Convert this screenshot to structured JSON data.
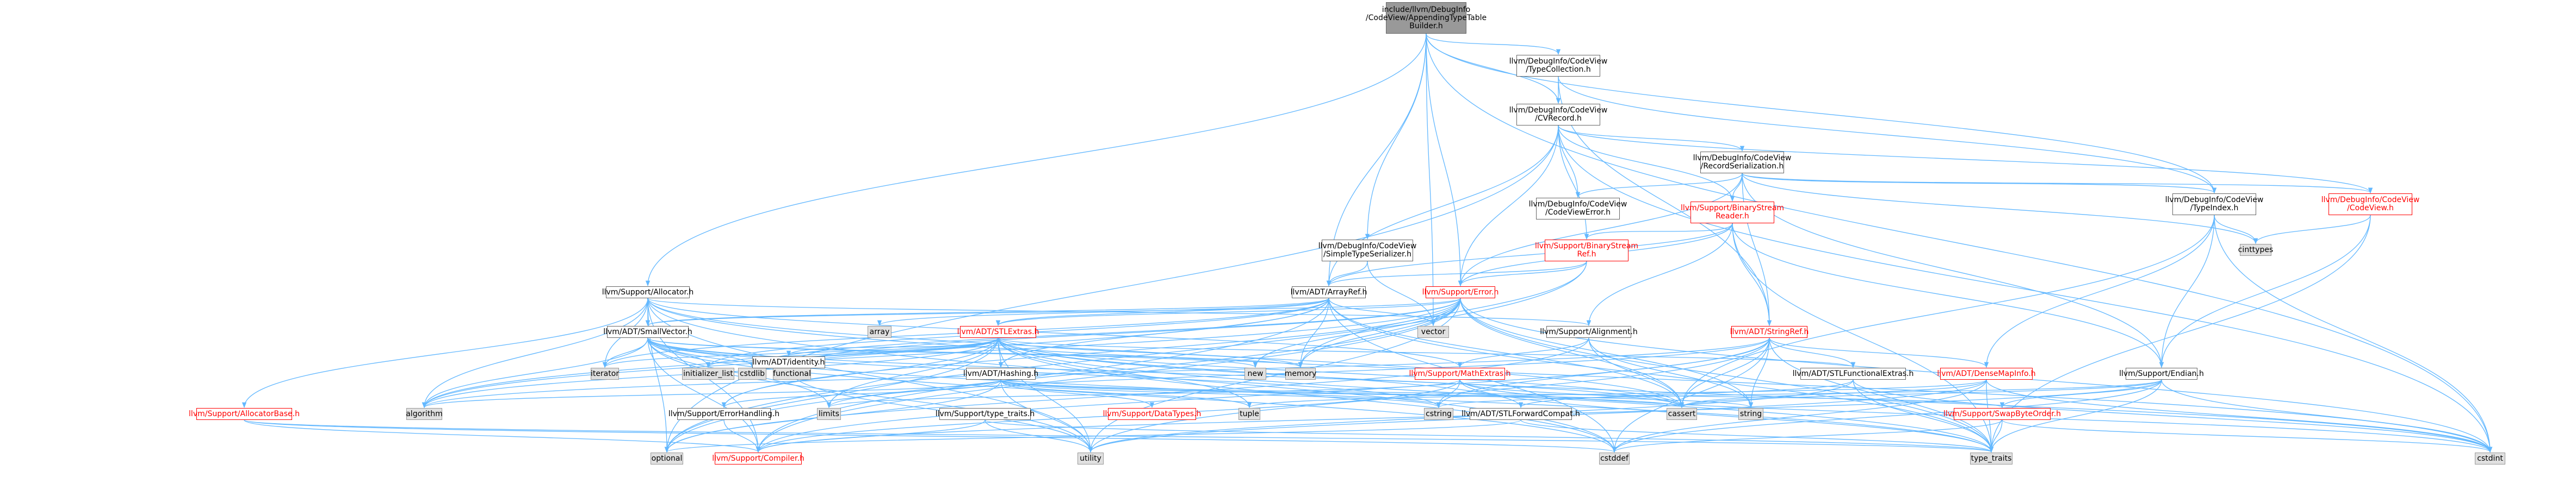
{
  "graph": {
    "edge_color": "#63b8ff",
    "nodes": [
      {
        "id": "root",
        "label": "include/llvm/DebugInfo\n/CodeView/AppendingTypeTable\nBuilder.h",
        "kind": "root"
      },
      {
        "id": "typecollection",
        "label": "llvm/DebugInfo/CodeView\n/TypeCollection.h",
        "kind": "file"
      },
      {
        "id": "cvrecord",
        "label": "llvm/DebugInfo/CodeView\n/CVRecord.h",
        "kind": "file"
      },
      {
        "id": "recordserialization",
        "label": "llvm/DebugInfo/CodeView\n/RecordSerialization.h",
        "kind": "file"
      },
      {
        "id": "binarystreamreader",
        "label": "llvm/Support/BinaryStream\nReader.h",
        "kind": "incomplete"
      },
      {
        "id": "codeviewerror",
        "label": "llvm/DebugInfo/CodeView\n/CodeViewError.h",
        "kind": "file"
      },
      {
        "id": "typeindex",
        "label": "llvm/DebugInfo/CodeView\n/TypeIndex.h",
        "kind": "file"
      },
      {
        "id": "codeview",
        "label": "llvm/DebugInfo/CodeView\n/CodeView.h",
        "kind": "incomplete"
      },
      {
        "id": "cinttypes",
        "label": "cinttypes",
        "kind": "ext"
      },
      {
        "id": "simpletypeserializer",
        "label": "llvm/DebugInfo/CodeView\n/SimpleTypeSerializer.h",
        "kind": "file"
      },
      {
        "id": "binarystreamref",
        "label": "llvm/Support/BinaryStream\nRef.h",
        "kind": "incomplete"
      },
      {
        "id": "allocator",
        "label": "llvm/Support/Allocator.h",
        "kind": "file"
      },
      {
        "id": "arrayref",
        "label": "llvm/ADT/ArrayRef.h",
        "kind": "file"
      },
      {
        "id": "error",
        "label": "llvm/Support/Error.h",
        "kind": "incomplete"
      },
      {
        "id": "array",
        "label": "array",
        "kind": "ext"
      },
      {
        "id": "vector",
        "label": "vector",
        "kind": "ext"
      },
      {
        "id": "smallvector",
        "label": "llvm/ADT/SmallVector.h",
        "kind": "file"
      },
      {
        "id": "stlextras",
        "label": "llvm/ADT/STLExtras.h",
        "kind": "incomplete"
      },
      {
        "id": "alignment",
        "label": "llvm/Support/Alignment.h",
        "kind": "file"
      },
      {
        "id": "stringref",
        "label": "llvm/ADT/StringRef.h",
        "kind": "incomplete"
      },
      {
        "id": "iterator",
        "label": "iterator",
        "kind": "ext"
      },
      {
        "id": "initializer_list",
        "label": "initializer_list",
        "kind": "ext"
      },
      {
        "id": "cstdlib",
        "label": "cstdlib",
        "kind": "ext"
      },
      {
        "id": "functional",
        "label": "functional",
        "kind": "ext"
      },
      {
        "id": "identity",
        "label": "llvm/ADT/identity.h",
        "kind": "file"
      },
      {
        "id": "new",
        "label": "new",
        "kind": "ext"
      },
      {
        "id": "memory",
        "label": "memory",
        "kind": "ext"
      },
      {
        "id": "hashing",
        "label": "llvm/ADT/Hashing.h",
        "kind": "file"
      },
      {
        "id": "mathextras",
        "label": "llvm/Support/MathExtras.h",
        "kind": "incomplete"
      },
      {
        "id": "stlfunctionalextras",
        "label": "llvm/ADT/STLFunctionalExtras.h",
        "kind": "file"
      },
      {
        "id": "densemapinfo",
        "label": "llvm/ADT/DenseMapInfo.h",
        "kind": "incomplete"
      },
      {
        "id": "endian",
        "label": "llvm/Support/Endian.h",
        "kind": "file"
      },
      {
        "id": "allocatorbase",
        "label": "llvm/Support/AllocatorBase.h",
        "kind": "incomplete"
      },
      {
        "id": "algorithm",
        "label": "algorithm",
        "kind": "ext"
      },
      {
        "id": "errorhandling",
        "label": "llvm/Support/ErrorHandling.h",
        "kind": "file"
      },
      {
        "id": "typetraits_h",
        "label": "llvm/Support/type_traits.h",
        "kind": "file"
      },
      {
        "id": "limits",
        "label": "limits",
        "kind": "ext"
      },
      {
        "id": "datatypes",
        "label": "llvm/Support/DataTypes.h",
        "kind": "incomplete"
      },
      {
        "id": "tuple",
        "label": "tuple",
        "kind": "ext"
      },
      {
        "id": "cstring",
        "label": "cstring",
        "kind": "ext"
      },
      {
        "id": "stlforwardcompat",
        "label": "llvm/ADT/STLForwardCompat.h",
        "kind": "file"
      },
      {
        "id": "cassert",
        "label": "cassert",
        "kind": "ext"
      },
      {
        "id": "string",
        "label": "string",
        "kind": "ext"
      },
      {
        "id": "swapbyteorder",
        "label": "llvm/Support/SwapByteOrder.h",
        "kind": "incomplete"
      },
      {
        "id": "optional",
        "label": "optional",
        "kind": "ext"
      },
      {
        "id": "compiler",
        "label": "llvm/Support/Compiler.h",
        "kind": "incomplete"
      },
      {
        "id": "utility",
        "label": "utility",
        "kind": "ext"
      },
      {
        "id": "cstddef",
        "label": "cstddef",
        "kind": "ext"
      },
      {
        "id": "type_traits",
        "label": "type_traits",
        "kind": "ext"
      },
      {
        "id": "cstdint",
        "label": "cstdint",
        "kind": "ext"
      }
    ],
    "edges": [
      [
        "root",
        "typecollection"
      ],
      [
        "root",
        "cvrecord"
      ],
      [
        "root",
        "typeindex"
      ],
      [
        "root",
        "simpletypeserializer"
      ],
      [
        "root",
        "arrayref"
      ],
      [
        "root",
        "allocator"
      ],
      [
        "root",
        "error"
      ],
      [
        "root",
        "cstdint"
      ],
      [
        "root",
        "vector"
      ],
      [
        "typecollection",
        "cvrecord"
      ],
      [
        "typecollection",
        "typeindex"
      ],
      [
        "typecollection",
        "stringref"
      ],
      [
        "cvrecord",
        "recordserialization"
      ],
      [
        "cvrecord",
        "codeviewerror"
      ],
      [
        "cvrecord",
        "binarystreamreader"
      ],
      [
        "cvrecord",
        "binarystreamref"
      ],
      [
        "cvrecord",
        "arrayref"
      ],
      [
        "cvrecord",
        "error"
      ],
      [
        "cvrecord",
        "codeview"
      ],
      [
        "cvrecord",
        "cstdint"
      ],
      [
        "cvrecord",
        "optional"
      ],
      [
        "recordserialization",
        "codeviewerror"
      ],
      [
        "recordserialization",
        "binarystreamreader"
      ],
      [
        "recordserialization",
        "codeview"
      ],
      [
        "recordserialization",
        "stringref"
      ],
      [
        "recordserialization",
        "endian"
      ],
      [
        "recordserialization",
        "error"
      ],
      [
        "recordserialization",
        "cinttypes"
      ],
      [
        "recordserialization",
        "typeindex"
      ],
      [
        "binarystreamreader",
        "arrayref"
      ],
      [
        "binarystreamreader",
        "stringref"
      ],
      [
        "binarystreamreader",
        "alignment"
      ],
      [
        "binarystreamreader",
        "binarystreamref"
      ],
      [
        "binarystreamreader",
        "endian"
      ],
      [
        "binarystreamreader",
        "error"
      ],
      [
        "binarystreamreader",
        "type_traits"
      ],
      [
        "typeindex",
        "endian"
      ],
      [
        "typeindex",
        "cinttypes"
      ],
      [
        "typeindex",
        "densemapinfo"
      ],
      [
        "typeindex",
        "cassert"
      ],
      [
        "typeindex",
        "cstdint"
      ],
      [
        "codeview",
        "cinttypes"
      ],
      [
        "codeview",
        "type_traits"
      ],
      [
        "codeview",
        "endian"
      ],
      [
        "simpletypeserializer",
        "arrayref"
      ],
      [
        "simpletypeserializer",
        "vector"
      ],
      [
        "binarystreamref",
        "arrayref"
      ],
      [
        "binarystreamref",
        "error"
      ],
      [
        "binarystreamref",
        "memory"
      ],
      [
        "binarystreamref",
        "optional"
      ],
      [
        "allocator",
        "smallvector"
      ],
      [
        "allocator",
        "allocatorbase"
      ],
      [
        "allocator",
        "alignment"
      ],
      [
        "allocator",
        "mathextras"
      ],
      [
        "allocator",
        "compiler"
      ],
      [
        "allocator",
        "algorithm"
      ],
      [
        "allocator",
        "cassert"
      ],
      [
        "allocator",
        "cstddef"
      ],
      [
        "allocator",
        "cstdint"
      ],
      [
        "allocator",
        "iterator"
      ],
      [
        "allocator",
        "optional"
      ],
      [
        "allocator",
        "utility"
      ],
      [
        "arrayref",
        "hashing"
      ],
      [
        "arrayref",
        "smallvector"
      ],
      [
        "arrayref",
        "stlextras"
      ],
      [
        "arrayref",
        "compiler"
      ],
      [
        "arrayref",
        "algorithm"
      ],
      [
        "arrayref",
        "array"
      ],
      [
        "arrayref",
        "cassert"
      ],
      [
        "arrayref",
        "cstddef"
      ],
      [
        "arrayref",
        "initializer_list"
      ],
      [
        "arrayref",
        "iterator"
      ],
      [
        "arrayref",
        "memory"
      ],
      [
        "arrayref",
        "type_traits"
      ],
      [
        "arrayref",
        "vector"
      ],
      [
        "error",
        "stlextras"
      ],
      [
        "error",
        "smallvector"
      ],
      [
        "error",
        "errorhandling"
      ],
      [
        "error",
        "abi"
      ],
      [
        "error",
        "compiler"
      ],
      [
        "error",
        "algorithm"
      ],
      [
        "error",
        "cassert"
      ],
      [
        "error",
        "cstdint"
      ],
      [
        "error",
        "cstdlib"
      ],
      [
        "error",
        "functional"
      ],
      [
        "error",
        "memory"
      ],
      [
        "error",
        "new"
      ],
      [
        "error",
        "optional"
      ],
      [
        "error",
        "string"
      ],
      [
        "error",
        "system_error"
      ],
      [
        "error",
        "type_traits"
      ],
      [
        "error",
        "utility"
      ],
      [
        "error",
        "vector"
      ],
      [
        "smallvector",
        "compiler"
      ],
      [
        "smallvector",
        "type_traits_h"
      ],
      [
        "smallvector",
        "algorithm"
      ],
      [
        "smallvector",
        "cassert"
      ],
      [
        "smallvector",
        "cstddef"
      ],
      [
        "smallvector",
        "cstdlib"
      ],
      [
        "smallvector",
        "cstring"
      ],
      [
        "smallvector",
        "functional"
      ],
      [
        "smallvector",
        "initializer_list"
      ],
      [
        "smallvector",
        "iterator"
      ],
      [
        "smallvector",
        "limits"
      ],
      [
        "smallvector",
        "memory"
      ],
      [
        "smallvector",
        "new"
      ],
      [
        "smallvector",
        "type_traits"
      ],
      [
        "smallvector",
        "utility"
      ],
      [
        "stlextras",
        "hashing"
      ],
      [
        "stlextras",
        "stlforwardcompat"
      ],
      [
        "stlextras",
        "stlfunctionalextras"
      ],
      [
        "stlextras",
        "identity"
      ],
      [
        "stlextras",
        "errorhandling"
      ],
      [
        "stlextras",
        "algorithm"
      ],
      [
        "stlextras",
        "cassert"
      ],
      [
        "stlextras",
        "cstddef"
      ],
      [
        "stlextras",
        "cstdint"
      ],
      [
        "stlextras",
        "cstdlib"
      ],
      [
        "stlextras",
        "functional"
      ],
      [
        "stlextras",
        "initializer_list"
      ],
      [
        "stlextras",
        "iterator"
      ],
      [
        "stlextras",
        "limits"
      ],
      [
        "stlextras",
        "memory"
      ],
      [
        "stlextras",
        "optional"
      ],
      [
        "stlextras",
        "tuple"
      ],
      [
        "stlextras",
        "type_traits"
      ],
      [
        "stlextras",
        "utility"
      ],
      [
        "alignment",
        "mathextras"
      ],
      [
        "alignment",
        "cassert"
      ],
      [
        "alignment",
        "optional"
      ],
      [
        "alignment",
        "string"
      ],
      [
        "stringref",
        "densemapinfo"
      ],
      [
        "stringref",
        "stlfunctionalextras"
      ],
      [
        "stringref",
        "iterator_range"
      ],
      [
        "stringref",
        "compiler"
      ],
      [
        "stringref",
        "algorithm"
      ],
      [
        "stringref",
        "cassert"
      ],
      [
        "stringref",
        "cstddef"
      ],
      [
        "stringref",
        "cstring"
      ],
      [
        "stringref",
        "limits"
      ],
      [
        "stringref",
        "string"
      ],
      [
        "stringref",
        "string_view"
      ],
      [
        "stringref",
        "type_traits"
      ],
      [
        "stringref",
        "utility"
      ],
      [
        "hashing",
        "errorhandling"
      ],
      [
        "hashing",
        "datatypes"
      ],
      [
        "hashing",
        "swapbyteorder"
      ],
      [
        "hashing",
        "type_traits_h"
      ],
      [
        "hashing",
        "algorithm"
      ],
      [
        "hashing",
        "cassert"
      ],
      [
        "hashing",
        "cstring"
      ],
      [
        "hashing",
        "optional"
      ],
      [
        "hashing",
        "string"
      ],
      [
        "hashing",
        "tuple"
      ],
      [
        "hashing",
        "utility"
      ],
      [
        "mathextras",
        "compiler"
      ],
      [
        "mathextras",
        "cassert"
      ],
      [
        "mathextras",
        "climits"
      ],
      [
        "mathextras",
        "cstdint"
      ],
      [
        "mathextras",
        "cstring"
      ],
      [
        "mathextras",
        "limits"
      ],
      [
        "mathextras",
        "type_traits"
      ],
      [
        "stlfunctionalextras",
        "stlforwardcompat"
      ],
      [
        "stlfunctionalextras",
        "cstdint"
      ],
      [
        "stlfunctionalextras",
        "type_traits"
      ],
      [
        "stlfunctionalextras",
        "utility"
      ],
      [
        "densemapinfo",
        "cassert"
      ],
      [
        "densemapinfo",
        "cstddef"
      ],
      [
        "densemapinfo",
        "cstdint"
      ],
      [
        "densemapinfo",
        "tuple"
      ],
      [
        "densemapinfo",
        "type_traits"
      ],
      [
        "densemapinfo",
        "utility"
      ],
      [
        "endian",
        "swapbyteorder"
      ],
      [
        "endian",
        "compiler"
      ],
      [
        "endian",
        "cassert"
      ],
      [
        "endian",
        "cstddef"
      ],
      [
        "endian",
        "cstdint"
      ],
      [
        "endian",
        "cstring"
      ],
      [
        "endian",
        "type_traits"
      ],
      [
        "allocatorbase",
        "compiler"
      ],
      [
        "allocatorbase",
        "cstddef"
      ],
      [
        "allocatorbase",
        "type_traits"
      ],
      [
        "errorhandling",
        "compiler"
      ],
      [
        "typetraits_h",
        "compiler"
      ],
      [
        "typetraits_h",
        "type_traits"
      ],
      [
        "typetraits_h",
        "utility"
      ],
      [
        "stlforwardcompat",
        "optional"
      ],
      [
        "stlforwardcompat",
        "type_traits"
      ],
      [
        "swapbyteorder",
        "cstddef"
      ],
      [
        "swapbyteorder",
        "cstdint"
      ],
      [
        "swapbyteorder",
        "type_traits"
      ],
      [
        "identity",
        "utility"
      ]
    ]
  }
}
